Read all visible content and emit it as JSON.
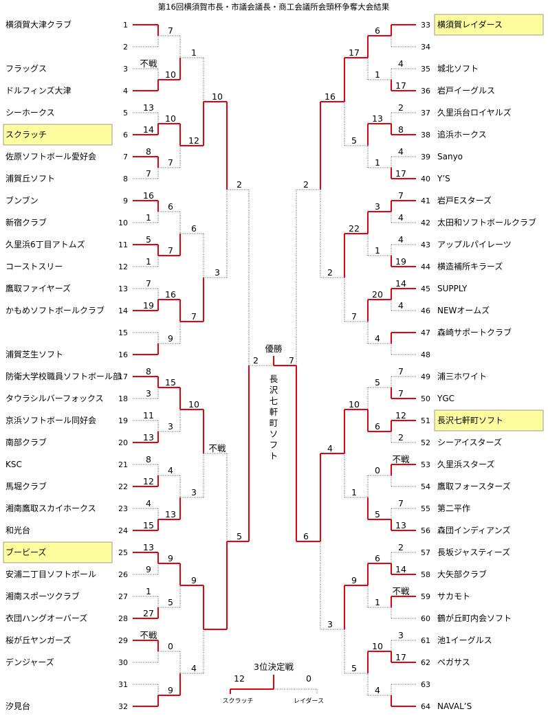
{
  "title": "第16回横須賀市長・市議会議長・商工会議所会頭杯争奪大会結果",
  "champion_label": "優勝",
  "champion_name": "長沢七軒町ソフト",
  "third_place": {
    "label": "3位決定戦",
    "left_score": "12",
    "right_score": "0",
    "left_team": "スクラッチ",
    "right_team": "レイダース"
  },
  "colors": {
    "win": "#e8000e",
    "loss": "#555555",
    "highlight_fill": "#fdfda0",
    "highlight_border": "#999999"
  },
  "teams": [
    {
      "seed": 1,
      "name": "横須賀大津クラブ",
      "hl": false
    },
    {
      "seed": 2,
      "name": "",
      "hl": false
    },
    {
      "seed": 3,
      "name": "フラッグス",
      "hl": false
    },
    {
      "seed": 4,
      "name": "ドルフィンズ大津",
      "hl": false
    },
    {
      "seed": 5,
      "name": "シーホークス",
      "hl": false
    },
    {
      "seed": 6,
      "name": "スクラッチ",
      "hl": true
    },
    {
      "seed": 7,
      "name": "佐原ソフトボール愛好会",
      "hl": false
    },
    {
      "seed": 8,
      "name": "浦賀丘ソフト",
      "hl": false
    },
    {
      "seed": 9,
      "name": "ブンブン",
      "hl": false
    },
    {
      "seed": 10,
      "name": "新宿クラブ",
      "hl": false
    },
    {
      "seed": 11,
      "name": "久里浜6丁目アトムズ",
      "hl": false
    },
    {
      "seed": 12,
      "name": "コーストスリー",
      "hl": false
    },
    {
      "seed": 13,
      "name": "鷹取ファイヤーズ",
      "hl": false
    },
    {
      "seed": 14,
      "name": "かもめソフトボールクラブ",
      "hl": false
    },
    {
      "seed": 15,
      "name": "",
      "hl": false
    },
    {
      "seed": 16,
      "name": "浦賀芝生ソフト",
      "hl": false
    },
    {
      "seed": 17,
      "name": "防衛大学校職員ソフトボール部",
      "hl": false
    },
    {
      "seed": 18,
      "name": "タウラシルバーフォックス",
      "hl": false
    },
    {
      "seed": 19,
      "name": "京浜ソフトボール同好会",
      "hl": false
    },
    {
      "seed": 20,
      "name": "南部クラブ",
      "hl": false
    },
    {
      "seed": 21,
      "name": "KSC",
      "hl": false
    },
    {
      "seed": 22,
      "name": "馬堀クラブ",
      "hl": false
    },
    {
      "seed": 23,
      "name": "湘南鷹取スカイホークス",
      "hl": false
    },
    {
      "seed": 24,
      "name": "和光台",
      "hl": false
    },
    {
      "seed": 25,
      "name": "ブービーズ",
      "hl": true
    },
    {
      "seed": 26,
      "name": "安浦二丁目ソフトボール",
      "hl": false
    },
    {
      "seed": 27,
      "name": "湘南スポーツクラブ",
      "hl": false
    },
    {
      "seed": 28,
      "name": "衣団ハングオーバーズ",
      "hl": false
    },
    {
      "seed": 29,
      "name": "桜が丘ヤンガーズ",
      "hl": false
    },
    {
      "seed": 30,
      "name": "デンジャーズ",
      "hl": false
    },
    {
      "seed": 31,
      "name": "",
      "hl": false
    },
    {
      "seed": 32,
      "name": "汐見台",
      "hl": false
    },
    {
      "seed": 33,
      "name": "横須賀レイダース",
      "hl": true
    },
    {
      "seed": 34,
      "name": "",
      "hl": false
    },
    {
      "seed": 35,
      "name": "城北ソフト",
      "hl": false
    },
    {
      "seed": 36,
      "name": "岩戸イーグルス",
      "hl": false
    },
    {
      "seed": 37,
      "name": "久里浜台ロイヤルズ",
      "hl": false
    },
    {
      "seed": 38,
      "name": "追浜ホークス",
      "hl": false
    },
    {
      "seed": 39,
      "name": "Sanyo",
      "hl": false
    },
    {
      "seed": 40,
      "name": "Y’S",
      "hl": false
    },
    {
      "seed": 41,
      "name": "岩戸Eスターズ",
      "hl": false
    },
    {
      "seed": 42,
      "name": "太田和ソフトボールクラブ",
      "hl": false
    },
    {
      "seed": 43,
      "name": "アップルパイレーツ",
      "hl": false
    },
    {
      "seed": 44,
      "name": "横造補所キラーズ",
      "hl": false
    },
    {
      "seed": 45,
      "name": "SUPPLY",
      "hl": false
    },
    {
      "seed": 46,
      "name": "NEWオームズ",
      "hl": false
    },
    {
      "seed": 47,
      "name": "森崎サポートクラブ",
      "hl": false
    },
    {
      "seed": 48,
      "name": "",
      "hl": false
    },
    {
      "seed": 49,
      "name": "浦三ホワイト",
      "hl": false
    },
    {
      "seed": 50,
      "name": "YGC",
      "hl": false
    },
    {
      "seed": 51,
      "name": "長沢七軒町ソフト",
      "hl": true
    },
    {
      "seed": 52,
      "name": "シーアイスターズ",
      "hl": false
    },
    {
      "seed": 53,
      "name": "久里浜スターズ",
      "hl": false
    },
    {
      "seed": 54,
      "name": "鷹取フォースターズ",
      "hl": false
    },
    {
      "seed": 55,
      "name": "第二平作",
      "hl": false
    },
    {
      "seed": 56,
      "name": "森団インディアンズ",
      "hl": false
    },
    {
      "seed": 57,
      "name": "長坂ジャスティーズ",
      "hl": false
    },
    {
      "seed": 58,
      "name": "大矢部クラブ",
      "hl": false
    },
    {
      "seed": 59,
      "name": "サカモト",
      "hl": false
    },
    {
      "seed": 60,
      "name": "鶴が丘町内会ソフト",
      "hl": false
    },
    {
      "seed": 61,
      "name": "池1イーグルス",
      "hl": false
    },
    {
      "seed": 62,
      "name": "ペガサス",
      "hl": false
    },
    {
      "seed": 63,
      "name": "",
      "hl": false
    },
    {
      "seed": 64,
      "name": "NAVAL’S",
      "hl": false
    }
  ],
  "rounds": [
    [
      {
        "a": "",
        "b": "",
        "w": "a"
      },
      {
        "a": "不戦",
        "b": "",
        "w": "b"
      },
      {
        "a": "13",
        "b": "14",
        "w": "b"
      },
      {
        "a": "8",
        "b": "7",
        "w": "a"
      },
      {
        "a": "16",
        "b": "1",
        "w": "a"
      },
      {
        "a": "5",
        "b": "1",
        "w": "a"
      },
      {
        "a": "7",
        "b": "19",
        "w": "b"
      },
      {
        "a": "",
        "b": "",
        "w": "b"
      },
      {
        "a": "8",
        "b": "3",
        "w": "a"
      },
      {
        "a": "11",
        "b": "13",
        "w": "b"
      },
      {
        "a": "8",
        "b": "12",
        "w": "b"
      },
      {
        "a": "4",
        "b": "15",
        "w": "b"
      },
      {
        "a": "13",
        "b": "9",
        "w": "a"
      },
      {
        "a": "1",
        "b": "27",
        "w": "b"
      },
      {
        "a": "不戦",
        "b": "",
        "w": "a"
      },
      {
        "a": "",
        "b": "",
        "w": "b"
      },
      {
        "a": "",
        "b": "",
        "w": "a"
      },
      {
        "a": "4",
        "b": "17",
        "w": "b"
      },
      {
        "a": "2",
        "b": "8",
        "w": "b"
      },
      {
        "a": "4",
        "b": "17",
        "w": "b"
      },
      {
        "a": "7",
        "b": "4",
        "w": "a"
      },
      {
        "a": "4",
        "b": "19",
        "w": "b"
      },
      {
        "a": "14",
        "b": "4",
        "w": "a"
      },
      {
        "a": "",
        "b": "",
        "w": "a"
      },
      {
        "a": "7",
        "b": "7",
        "w": "b"
      },
      {
        "a": "12",
        "b": "2",
        "w": "a"
      },
      {
        "a": "不戦",
        "b": "",
        "w": "a"
      },
      {
        "a": "7",
        "b": "13",
        "w": "b"
      },
      {
        "a": "2",
        "b": "14",
        "w": "b"
      },
      {
        "a": "不戦",
        "b": "",
        "w": "a"
      },
      {
        "a": "3",
        "b": "17",
        "w": "b"
      },
      {
        "a": "",
        "b": "",
        "w": "b"
      }
    ],
    [
      {
        "a": "7",
        "b": "10",
        "w": "b"
      },
      {
        "a": "10",
        "b": "7",
        "w": "a"
      },
      {
        "a": "6",
        "b": "7",
        "w": "b"
      },
      {
        "a": "16",
        "b": "9",
        "w": "a"
      },
      {
        "a": "15",
        "b": "3",
        "w": "a"
      },
      {
        "a": "4",
        "b": "13",
        "w": "b"
      },
      {
        "a": "9",
        "b": "5",
        "w": "a"
      },
      {
        "a": "0",
        "b": "9",
        "w": "b"
      },
      {
        "a": "6",
        "b": "1",
        "w": "a"
      },
      {
        "a": "13",
        "b": "1",
        "w": "a"
      },
      {
        "a": "3",
        "b": "1",
        "w": "a"
      },
      {
        "a": "20",
        "b": "4",
        "w": "a"
      },
      {
        "a": "5",
        "b": "6",
        "w": "b"
      },
      {
        "a": "0",
        "b": "5",
        "w": "b"
      },
      {
        "a": "6",
        "b": "1",
        "w": "a"
      },
      {
        "a": "10",
        "b": "4",
        "w": "a"
      }
    ],
    [
      {
        "a": "1",
        "b": "12",
        "w": "b"
      },
      {
        "a": "6",
        "b": "7",
        "w": "b"
      },
      {
        "a": "10",
        "b": "3",
        "w": "a"
      },
      {
        "a": "9",
        "b": "4",
        "w": "a"
      },
      {
        "a": "17",
        "b": "5",
        "w": "a"
      },
      {
        "a": "22",
        "b": "7",
        "w": "a"
      },
      {
        "a": "10",
        "b": "1",
        "w": "a"
      },
      {
        "a": "9",
        "b": "5",
        "w": "a"
      }
    ],
    [
      {
        "a": "10",
        "b": "3",
        "w": "a"
      },
      {
        "a": "不戦",
        "b": "",
        "w": "b"
      },
      {
        "a": "16",
        "b": "2",
        "w": "a"
      },
      {
        "a": "4",
        "b": "3",
        "w": "a"
      }
    ],
    [
      {
        "a": "2",
        "b": "5",
        "w": "b"
      },
      {
        "a": "2",
        "b": "6",
        "w": "b"
      }
    ],
    [
      {
        "a": "2",
        "b": "7",
        "w": "b"
      }
    ]
  ]
}
